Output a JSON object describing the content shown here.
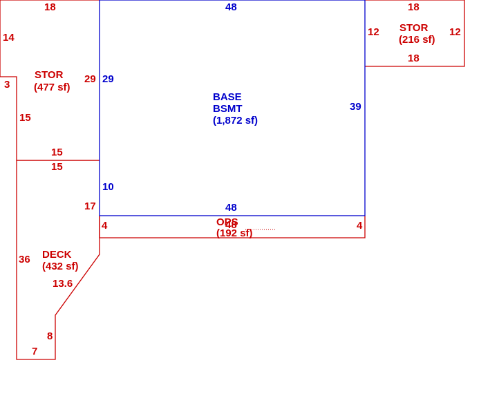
{
  "colors": {
    "red": "#cc0000",
    "blue": "#0000cc"
  },
  "areas": {
    "stor_left": {
      "name": "STOR",
      "area": "(477 sf)"
    },
    "base_bsmt": {
      "line1": "BASE",
      "line2": "BSMT",
      "area": "(1,872 sf)"
    },
    "stor_right": {
      "name": "STOR",
      "area": "(216 sf)"
    },
    "deck": {
      "name": "DECK",
      "area": "(432 sf)"
    },
    "ops": {
      "name": "OPS",
      "area": "(192 sf)",
      "overlap": "48"
    }
  },
  "dimensions": {
    "stor_left_top": "18",
    "stor_left_side": "14",
    "stor_left_notch": "3",
    "stor_left_lower": "15",
    "stor_left_right": "29",
    "stor_left_bottom": "15",
    "base_top": "48",
    "base_left_upper": "29",
    "base_left_lower": "10",
    "base_right": "39",
    "base_bottom": "48",
    "stor_right_top": "18",
    "stor_right_left": "12",
    "stor_right_right": "12",
    "stor_right_bottom": "18",
    "deck_top": "15",
    "deck_right": "17",
    "deck_left": "36",
    "deck_diag": "13.6",
    "deck_small_right": "8",
    "deck_bottom": "7",
    "ops_left": "4",
    "ops_right": "4"
  }
}
